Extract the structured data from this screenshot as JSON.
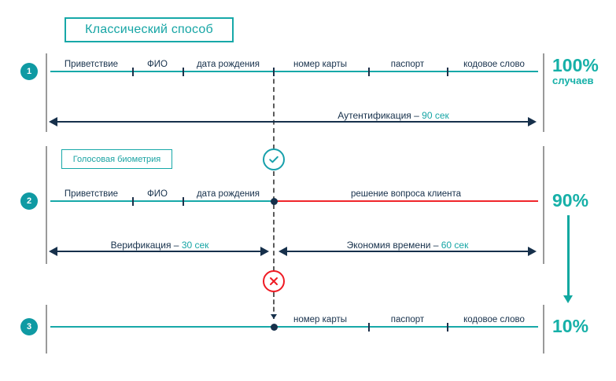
{
  "title": {
    "text": "Классический способ"
  },
  "biometry_badge": {
    "text": "Голосовая биометрия"
  },
  "rows": [
    {
      "number": "1",
      "segments": [
        "Приветствие",
        "ФИО",
        "дата рождения",
        "номер карты",
        "паспорт",
        "кодовое слово"
      ],
      "percent": "100%",
      "percent_sub": "случаев"
    },
    {
      "number": "2",
      "segments": [
        "Приветствие",
        "ФИО",
        "дата рождения"
      ],
      "red_segment": "решение вопроса клиента",
      "percent": "90%"
    },
    {
      "number": "3",
      "segments": [
        "номер карты",
        "паспорт",
        "кодовое слово"
      ],
      "percent": "10%"
    }
  ],
  "measures": [
    {
      "label": "Аутентификация – ",
      "value": "90 сек"
    },
    {
      "label": "Верификация – ",
      "value": "30 сек"
    },
    {
      "label": "Экономия времени – ",
      "value": "60 сек"
    }
  ],
  "icons": {
    "ok": "check-circle-icon",
    "fail": "x-circle-icon",
    "trend": "down-arrow-icon"
  },
  "colors": {
    "teal": "#17a8a8",
    "teal_dark": "#0f9aa3",
    "navy": "#16304b",
    "red": "#f0252a",
    "gray": "#9a9a9a"
  },
  "chart_data": {
    "type": "table",
    "title": "Классический способ",
    "rows": [
      {
        "id": 1,
        "flow": [
          "Приветствие",
          "ФИО",
          "дата рождения",
          "номер карты",
          "паспорт",
          "кодовое слово"
        ],
        "duration_label": "Аутентификация – 90 сек",
        "duration_sec": 90,
        "share": "100%",
        "share_note": "случаев"
      },
      {
        "id": 2,
        "flow": [
          "Приветствие",
          "ФИО",
          "дата рождения"
        ],
        "outcome": "решение вопроса клиента",
        "durations": [
          {
            "label": "Верификация – 30 сек",
            "sec": 30
          },
          {
            "label": "Экономия времени – 60 сек",
            "sec": 60
          }
        ],
        "share": "90%",
        "status": "ok"
      },
      {
        "id": 3,
        "flow": [
          "номер карты",
          "паспорт",
          "кодовое слово"
        ],
        "share": "10%",
        "status": "fail"
      }
    ]
  }
}
